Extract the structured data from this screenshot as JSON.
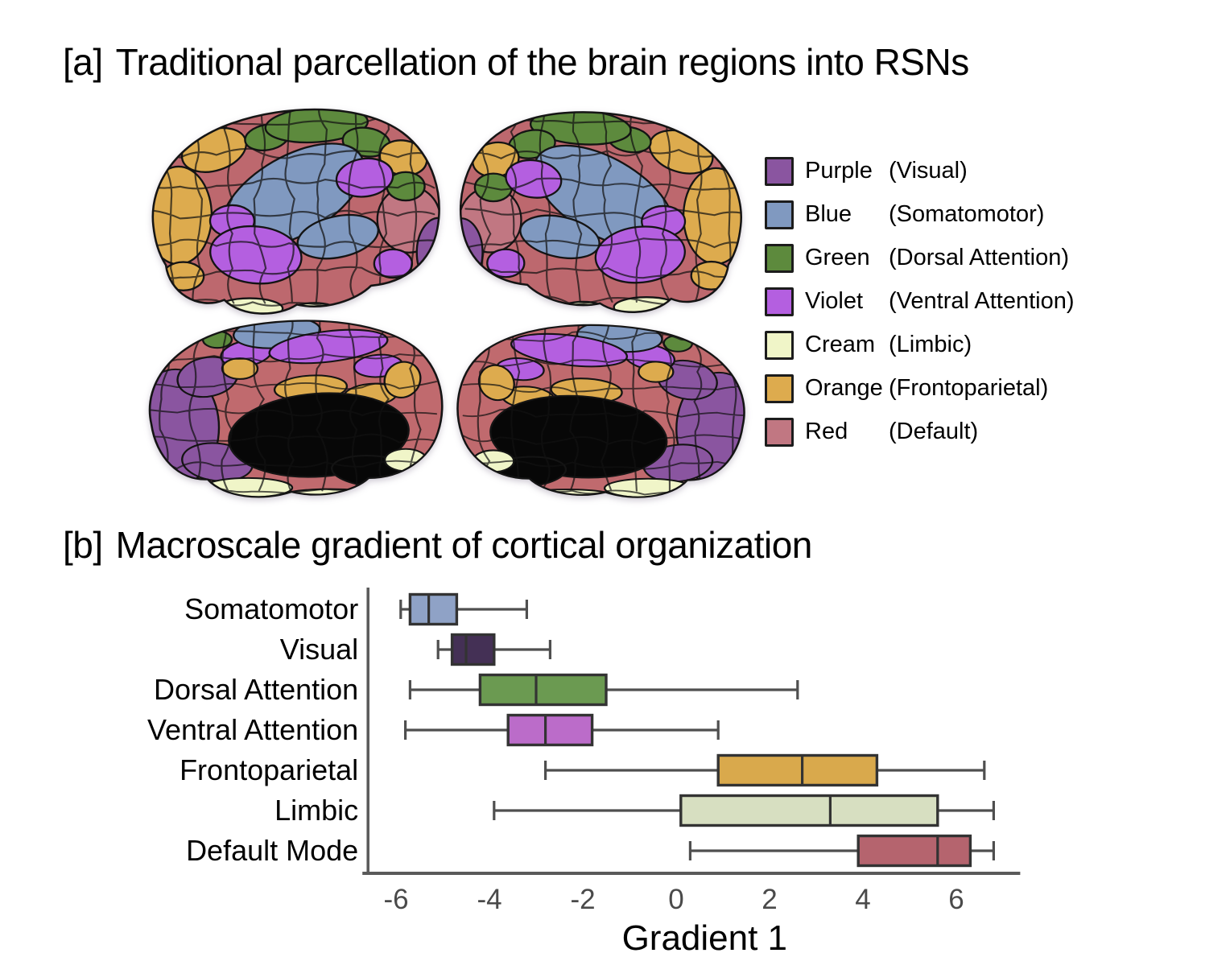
{
  "panel_a": {
    "tag": "[a]",
    "title": "Traditional parcellation of the brain regions into RSNs",
    "brains": [
      "brain-lateral-left",
      "brain-lateral-right",
      "brain-medial-left",
      "brain-medial-right"
    ],
    "legend": [
      {
        "name": "Purple",
        "network": "(Visual)",
        "hex": "#8a55a0"
      },
      {
        "name": "Blue",
        "network": "(Somatomotor)",
        "hex": "#8099c0"
      },
      {
        "name": "Green",
        "network": "(Dorsal Attention)",
        "hex": "#5d8a3d"
      },
      {
        "name": "Violet",
        "network": "(Ventral Attention)",
        "hex": "#b45fe0"
      },
      {
        "name": "Cream",
        "network": "(Limbic)",
        "hex": "#f0f5c8"
      },
      {
        "name": "Orange",
        "network": "(Frontoparietal)",
        "hex": "#ddab4e"
      },
      {
        "name": "Red",
        "network": "(Default)",
        "hex": "#c17782"
      }
    ]
  },
  "panel_b": {
    "tag": "[b]",
    "title": "Macroscale gradient of cortical organization"
  },
  "chart_data": {
    "type": "boxplot",
    "orientation": "horizontal",
    "title": "",
    "xlabel": "Gradient 1",
    "ylabel": "",
    "xlim": [
      -6.6,
      7.3
    ],
    "xticks": [
      "-6",
      "-4",
      "-2",
      "0",
      "2",
      "4",
      "6"
    ],
    "xtick_values": [
      -6,
      -4,
      -2,
      0,
      2,
      4,
      6
    ],
    "grid": false,
    "legend_position": "none",
    "categories": [
      "Somatomotor",
      "Visual",
      "Dorsal Attention",
      "Ventral Attention",
      "Frontoparietal",
      "Limbic",
      "Default Mode"
    ],
    "boxes": [
      {
        "label": "Somatomotor",
        "whisker_low": -5.9,
        "q1": -5.7,
        "median": -5.3,
        "q3": -4.7,
        "whisker_high": -3.2,
        "color": "#8fa2c6"
      },
      {
        "label": "Visual",
        "whisker_low": -5.1,
        "q1": -4.8,
        "median": -4.5,
        "q3": -3.9,
        "whisker_high": -2.7,
        "color": "#443055"
      },
      {
        "label": "Dorsal Attention",
        "whisker_low": -5.7,
        "q1": -4.2,
        "median": -3.0,
        "q3": -1.5,
        "whisker_high": 2.6,
        "color": "#6b9a51"
      },
      {
        "label": "Ventral Attention",
        "whisker_low": -5.8,
        "q1": -3.6,
        "median": -2.8,
        "q3": -1.8,
        "whisker_high": 0.9,
        "color": "#bb6cc9"
      },
      {
        "label": "Frontoparietal",
        "whisker_low": -2.8,
        "q1": 0.9,
        "median": 2.7,
        "q3": 4.3,
        "whisker_high": 6.6,
        "color": "#d9a94c"
      },
      {
        "label": "Limbic",
        "whisker_low": -3.9,
        "q1": 0.1,
        "median": 3.3,
        "q3": 5.6,
        "whisker_high": 6.8,
        "color": "#d7dfc1"
      },
      {
        "label": "Default Mode",
        "whisker_low": 0.3,
        "q1": 3.9,
        "median": 5.6,
        "q3": 6.3,
        "whisker_high": 6.8,
        "color": "#b5646e"
      }
    ]
  }
}
